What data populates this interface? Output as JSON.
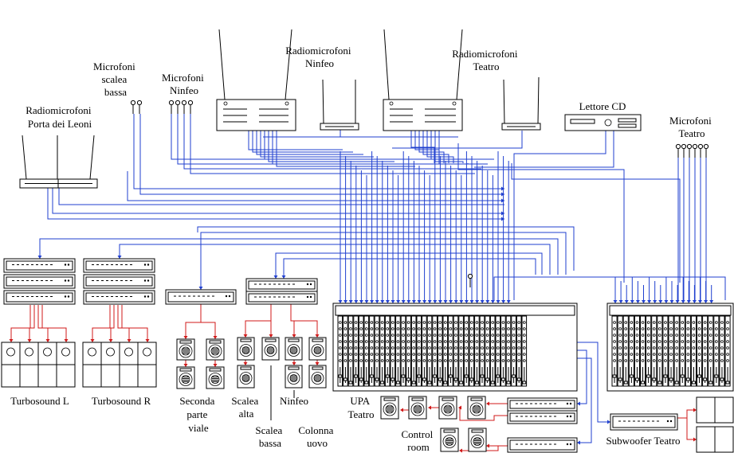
{
  "labels": {
    "porta_leoni": [
      "Radiomicrofoni",
      "Porta dei Leoni"
    ],
    "scalea_bassa_mic": [
      "Microfoni",
      "scalea",
      "bassa"
    ],
    "ninfeo_mic": [
      "Microfoni",
      "Ninfeo"
    ],
    "radio_ninfeo": [
      "Radiomicrofoni",
      "Ninfeo"
    ],
    "radio_teatro": [
      "Radiomicrofoni",
      "Teatro"
    ],
    "lettore_cd": "Lettore CD",
    "teatro_mic": [
      "Microfoni",
      "Teatro"
    ],
    "turbosound_l": "Turbosound L",
    "turbosound_r": "Turbosound R",
    "seconda_parte": [
      "Seconda",
      "parte",
      "viale"
    ],
    "scalea_alta": [
      "Scalea",
      "alta"
    ],
    "scalea_bassa": [
      "Scalea",
      "bassa"
    ],
    "ninfeo": "Ninfeo",
    "colonna": [
      "Colonna",
      "uovo"
    ],
    "upa_teatro": [
      "UPA",
      "Teatro"
    ],
    "control_room": [
      "Control",
      "room"
    ],
    "subwoofer": "Subwoofer Teatro"
  },
  "colors": {
    "audio_line": "#1f3fcf",
    "speaker_line": "#d01818",
    "outline": "#000000"
  }
}
